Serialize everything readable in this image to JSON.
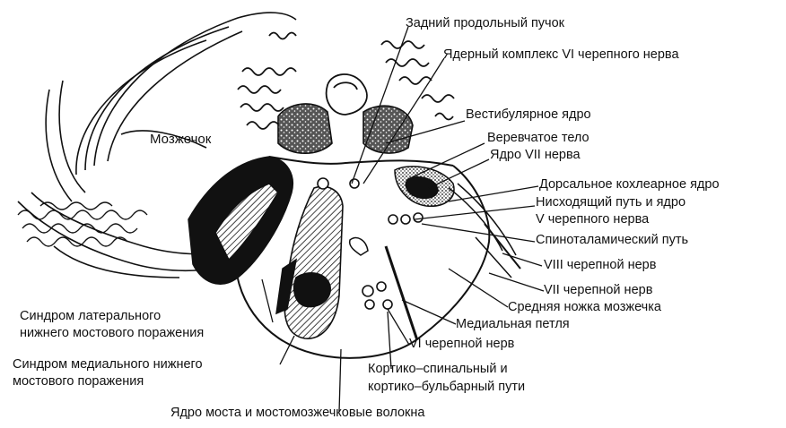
{
  "labels": {
    "mlf": "Задний продольный пучок",
    "abducens_complex": "Ядерный комплекс VI черепного нерва",
    "vestibular_nucleus": "Вестибулярное ядро",
    "restiform_body": "Веревчатое тело",
    "facial_nucleus": "Ядро VII нерва",
    "dorsal_cochlear": "Дорсальное кохлеарное ядро",
    "trigeminal_line1": "Нисходящий путь и ядро",
    "trigeminal_line2": "V черепного нерва",
    "spinothalamic": "Спиноталамический путь",
    "cn8": "VIII черепной нерв",
    "cn7": "VII черепной нерв",
    "middle_peduncle": "Средняя ножка мозжечка",
    "medial_lemniscus": "Медиальная петля",
    "cn6": "VI черепной нерв",
    "corticospinal_line1": "Кортико–спинальный и",
    "corticospinal_line2": "кортико–бульбарный пути",
    "pontine_nuclei": "Ядро моста и мостомозжечковые волокна",
    "cerebellum": "Мозжечок",
    "lateral_syndrome_line1": "Синдром латерального",
    "lateral_syndrome_line2": "нижнего мостового поражения",
    "medial_syndrome_line1": "Синдром медиального нижнего",
    "medial_syndrome_line2": "мостового поражения"
  },
  "colors": {
    "ink": "#111111",
    "background": "#ffffff"
  }
}
